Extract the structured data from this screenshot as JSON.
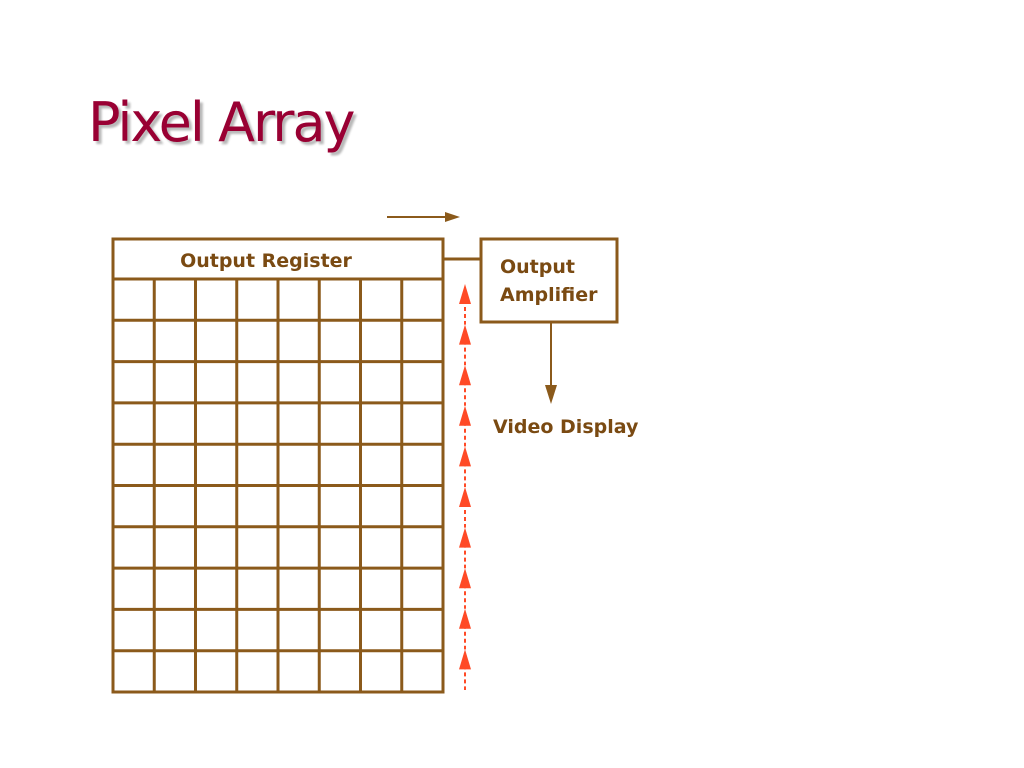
{
  "slide": {
    "title": "Pixel Array"
  },
  "diagram": {
    "output_register_label": "Output Register",
    "output_amplifier_label_line1": "Output",
    "output_amplifier_label_line2": "Amplifier",
    "video_display_label": "Video Display",
    "pixel_grid": {
      "columns": 8,
      "rows": 10
    },
    "shift_arrows_count": 10,
    "colors": {
      "line": "#8b5a1b",
      "text": "#7a4a12",
      "shift_arrow": "#ff4a26",
      "title": "#990033"
    }
  }
}
